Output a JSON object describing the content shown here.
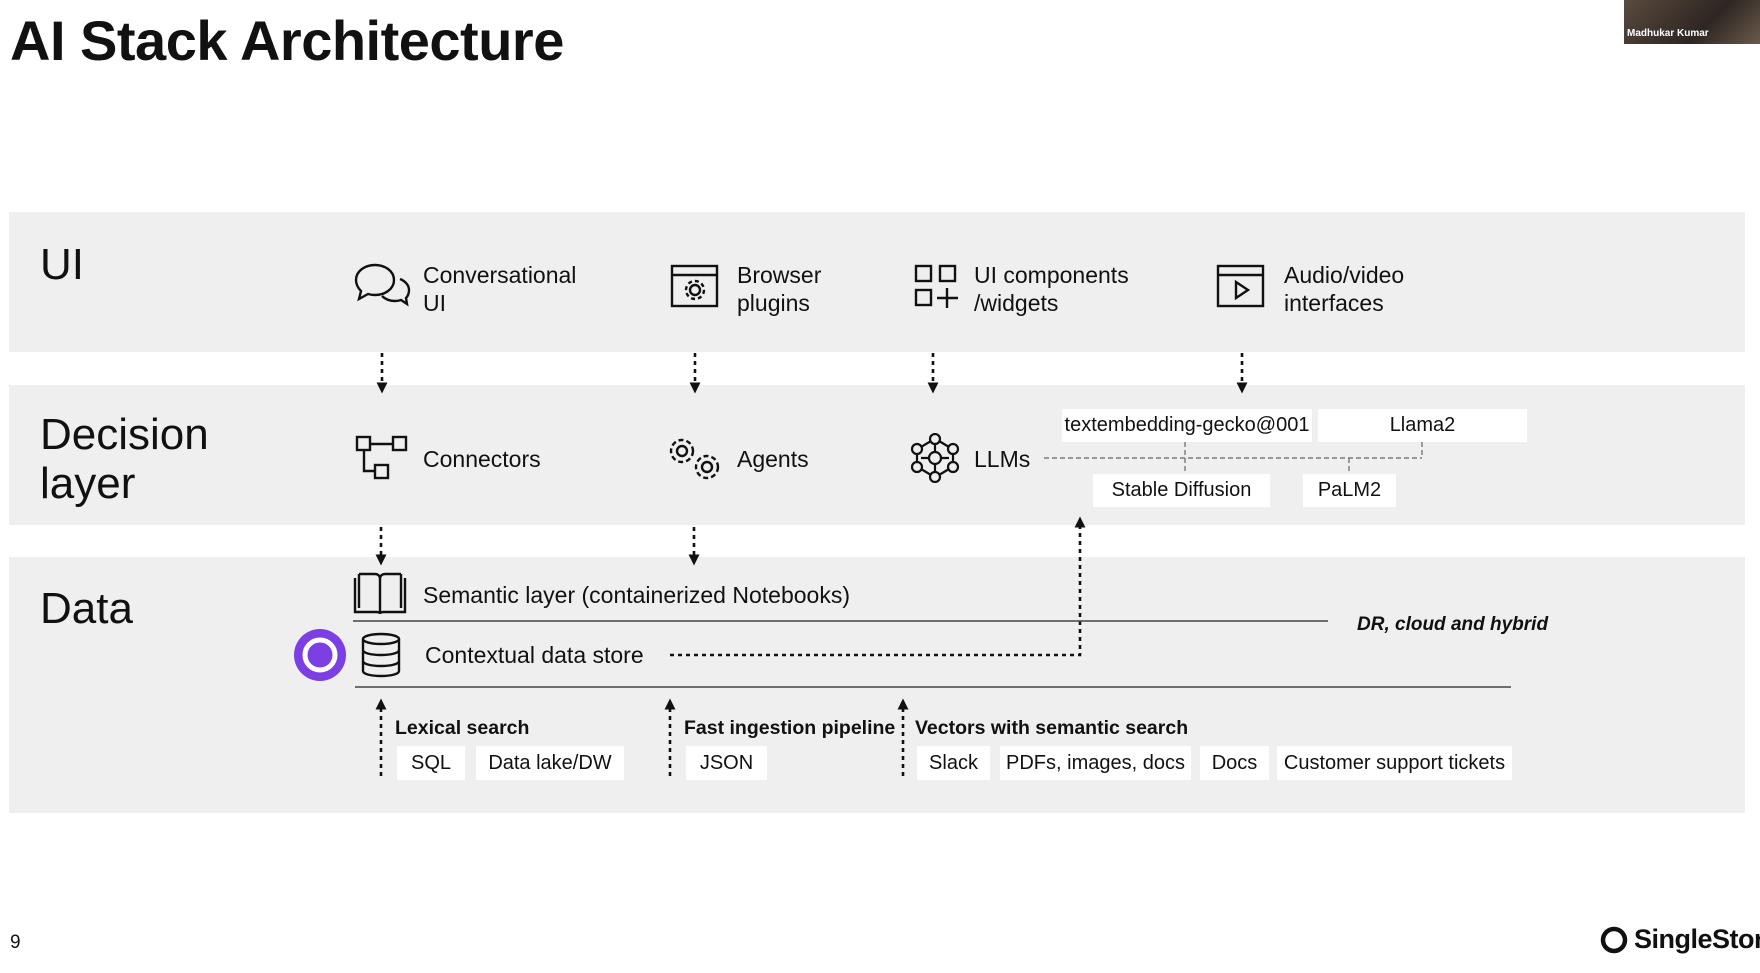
{
  "title": "AI Stack Architecture",
  "page_number": "9",
  "brand": "SingleStore",
  "participant_name": "Madhukar Kumar",
  "layers": {
    "ui": {
      "label": "UI",
      "items": [
        {
          "label": "Conversational\nUI",
          "icon": "chat-bubbles-icon"
        },
        {
          "label": "Browser\nplugins",
          "icon": "browser-gear-icon"
        },
        {
          "label": "UI components\n/widgets",
          "icon": "grid-plus-icon"
        },
        {
          "label": "Audio/video\ninterfaces",
          "icon": "video-player-icon"
        }
      ]
    },
    "decision": {
      "label": "Decision\nlayer",
      "items": [
        {
          "label": "Connectors",
          "icon": "connectors-icon"
        },
        {
          "label": "Agents",
          "icon": "gears-icon"
        },
        {
          "label": "LLMs",
          "icon": "neural-network-icon"
        }
      ],
      "models": [
        "textembedding-gecko@001",
        "Llama2",
        "Stable Diffusion",
        "PaLM2"
      ]
    },
    "data": {
      "label": "Data",
      "semantic_layer": "Semantic layer (containerized Notebooks)",
      "contextual_store": "Contextual data store",
      "deployment": "DR, cloud and hybrid",
      "sources": [
        {
          "heading": "Lexical search",
          "chips": [
            "SQL",
            "Data lake/DW"
          ]
        },
        {
          "heading": "Fast ingestion pipeline",
          "chips": [
            "JSON"
          ]
        },
        {
          "heading": "Vectors with semantic search",
          "chips": [
            "Slack",
            "PDFs, images, docs",
            "Docs",
            "Customer support tickets"
          ]
        }
      ]
    }
  },
  "colors": {
    "band_bg": "#efefef",
    "accent_purple": "#7b3fe4",
    "text": "#111111"
  }
}
